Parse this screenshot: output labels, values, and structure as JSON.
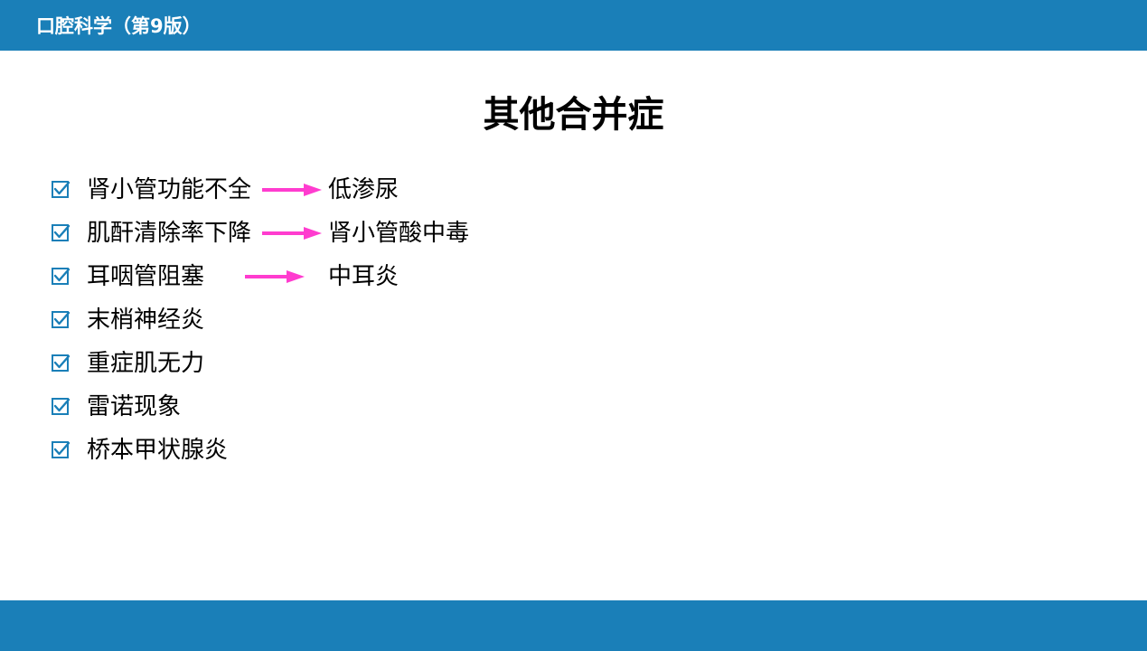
{
  "header": {
    "course_title": "口腔科学（第9版）"
  },
  "slide": {
    "title": "其他合并症"
  },
  "items": [
    {
      "label": "肾小管功能不全",
      "result": "低渗尿"
    },
    {
      "label": "肌酐清除率下降",
      "result": "肾小管酸中毒"
    },
    {
      "label": "耳咽管阻塞",
      "result": "中耳炎"
    },
    {
      "label": "末梢神经炎"
    },
    {
      "label": "重症肌无力"
    },
    {
      "label": "雷诺现象"
    },
    {
      "label": "桥本甲状腺炎"
    }
  ],
  "colors": {
    "bar": "#1a7fb8",
    "checkbox": "#1a7fb8",
    "arrow": "#ff3ccf"
  },
  "icons": {
    "bullet": "checkbox-checked-icon",
    "relation": "arrow-right-icon"
  }
}
